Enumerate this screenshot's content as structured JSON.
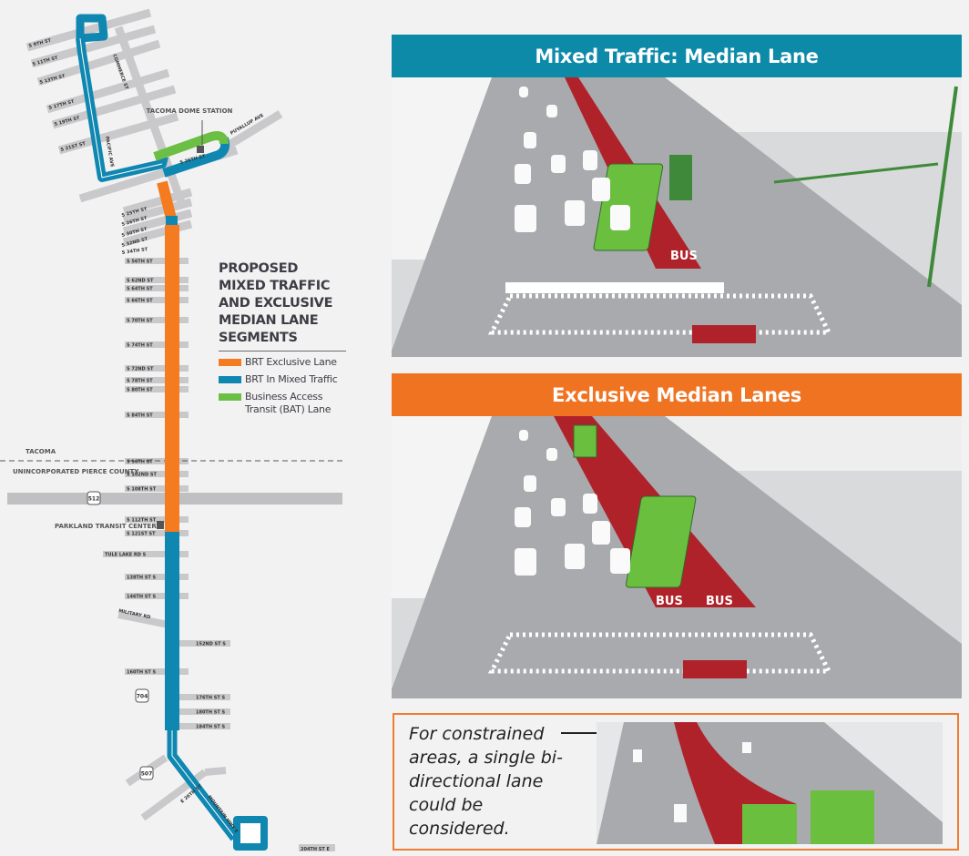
{
  "map": {
    "stations": {
      "tacoma_dome": "TACOMA DOME STATION",
      "parkland": "PARKLAND TRANSIT CENTER"
    },
    "areas": {
      "north": "TACOMA",
      "south": "UNINCORPORATED PIERCE COUNTY"
    },
    "highway_shields": [
      "512",
      "704",
      "507"
    ],
    "streets": [
      "S 9TH ST",
      "S 11TH ST",
      "S 13TH ST",
      "S 17TH ST",
      "S 19TH ST",
      "S 21ST ST",
      "S 25TH ST",
      "S 26TH ST",
      "S 30TH ST",
      "S 32ND ST",
      "S 34TH ST",
      "S 56TH ST",
      "S 62ND ST",
      "S 64TH ST",
      "S 66TH ST",
      "S 70TH ST",
      "S 74TH ST",
      "S 72ND ST",
      "S 78TH ST",
      "S 80TH ST",
      "S 84TH ST",
      "S 96TH ST",
      "S 102ND ST",
      "S 108TH ST",
      "S 112TH ST",
      "S 121ST ST",
      "TULE LAKE RD S",
      "138TH ST S",
      "146TH ST S",
      "MILITARY RD",
      "152ND ST S",
      "160TH ST S",
      "176TH ST S",
      "180TH ST S",
      "184TH ST S",
      "204TH ST E",
      "PACIFIC AVE",
      "COMMERCE ST",
      "PUYALLUP AVE",
      "MOUNTAIN HWY E",
      "S 26TH ST",
      "E 26TH ST"
    ],
    "route_colors": {
      "exclusive": "#f47b20",
      "mixed": "#0f87b1",
      "bat": "#6cbf45"
    }
  },
  "legend": {
    "title": "PROPOSED MIXED TRAFFIC AND EXCLUSIVE MEDIAN LANE SEGMENTS",
    "items": [
      {
        "label": "BRT Exclusive Lane",
        "color": "#f47b20"
      },
      {
        "label": "BRT In Mixed Traffic",
        "color": "#0f87b1"
      },
      {
        "label": "Business Access Transit (BAT) Lane",
        "color": "#6cbf45"
      }
    ]
  },
  "panels": [
    {
      "title": "Mixed Traffic: Median Lane",
      "color": "#0e8aa9",
      "lane_marking": "BUS"
    },
    {
      "title": "Exclusive Median Lanes",
      "color": "#f07322",
      "lane_marking": "BUS"
    }
  ],
  "note": {
    "text": "For constrained areas, a single bi-directional lane could be considered.",
    "border_color": "#f07d32"
  }
}
